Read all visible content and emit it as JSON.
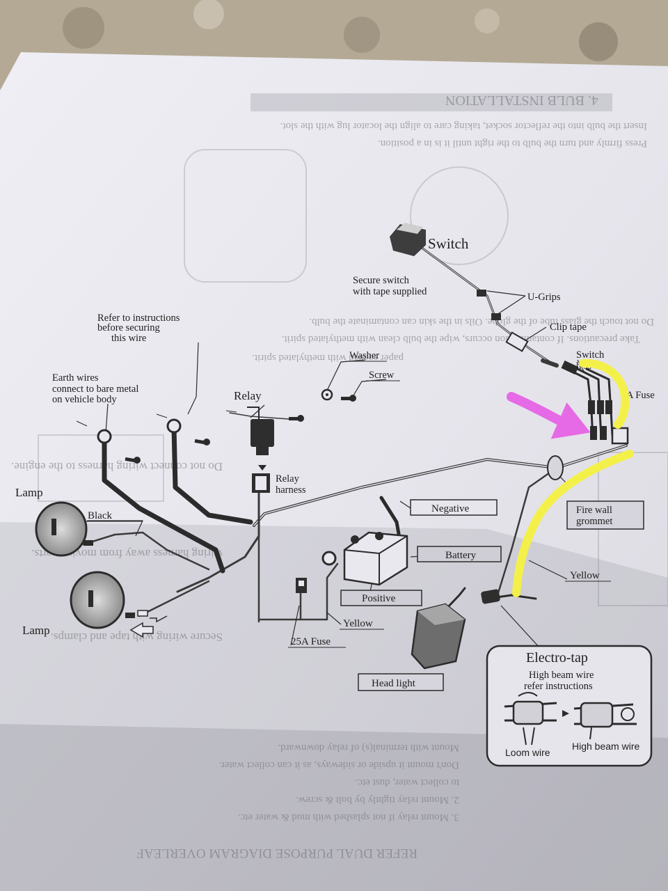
{
  "diagram": {
    "labels": {
      "switch": "Switch",
      "secure_switch": [
        "Secure switch",
        "with tape supplied"
      ],
      "u_grips": "U-Grips",
      "clip_tape": "Clip tape",
      "switch_harness": [
        "Switch",
        "h   ss"
      ],
      "fuse_right": "A Fuse",
      "washer": "Washer",
      "screw": "Screw",
      "relay": "Relay",
      "relay_harness": [
        "Relay",
        "harness"
      ],
      "refer_instructions": [
        "Refer to instructions",
        "before securing",
        "this wire"
      ],
      "earth_wires": [
        "Earth wires",
        "connect to bare metal",
        "on vehicle body"
      ],
      "lamp_top": "Lamp",
      "lamp_bottom": "Lamp",
      "black": "Black",
      "negative": "Negative",
      "battery": "Battery",
      "positive": "Positive",
      "fire_wall": [
        "Fire wall",
        "grommet"
      ],
      "yellow_right": "Yellow",
      "yellow_bottom": "Yellow",
      "fuse_25a": "25A Fuse",
      "head_light": "Head light",
      "electro_tap": "Electro-tap",
      "high_beam_note": [
        "High beam wire",
        "refer instructions"
      ],
      "loom_wire": "Loom wire",
      "high_beam_wire": "High beam wire"
    },
    "show_through_text": {
      "top_heading": "4. BULB INSTALLATION",
      "line1": "Insert the bulb into the reflector socket, taking care to align the locator lug with the slot.",
      "line2": "Press firmly and turn the bulb to the right until it is in a position.",
      "mid1": "Do not touch the glass tube of the globe. Oils in the skin can contaminate the bulb.",
      "mid2": "Take precautions. If contamination occurs, wipe the bulb clean with methylated spirit.",
      "mid3": "paper soaked with methylated spirit.",
      "box1": "Do not connect wiring harness to the engine.",
      "box2": "wiring harness away from moving parts.",
      "box3": "Secure wiring with tape and clamps.",
      "bottom1": "Mount with terminal(s) of relay downward.",
      "bottom2": "Don't mount it upside or sideways, as it can collect water.",
      "bottom3": "to collect water, dust etc.",
      "bottom4": "2. Mount relay tightly by bolt & screw.",
      "bottom5": "3. Mount relay if not splashed with mud & water etc.",
      "footer": "REFER DUAL PURPOSE DIAGRAM OVERLEAF"
    },
    "annotation_colors": {
      "yellow_highlight": "#f4f04a",
      "magenta_arrow": "#e66ae6",
      "paper": "#e9e8ef",
      "countertop": "#b7ad9c"
    }
  }
}
